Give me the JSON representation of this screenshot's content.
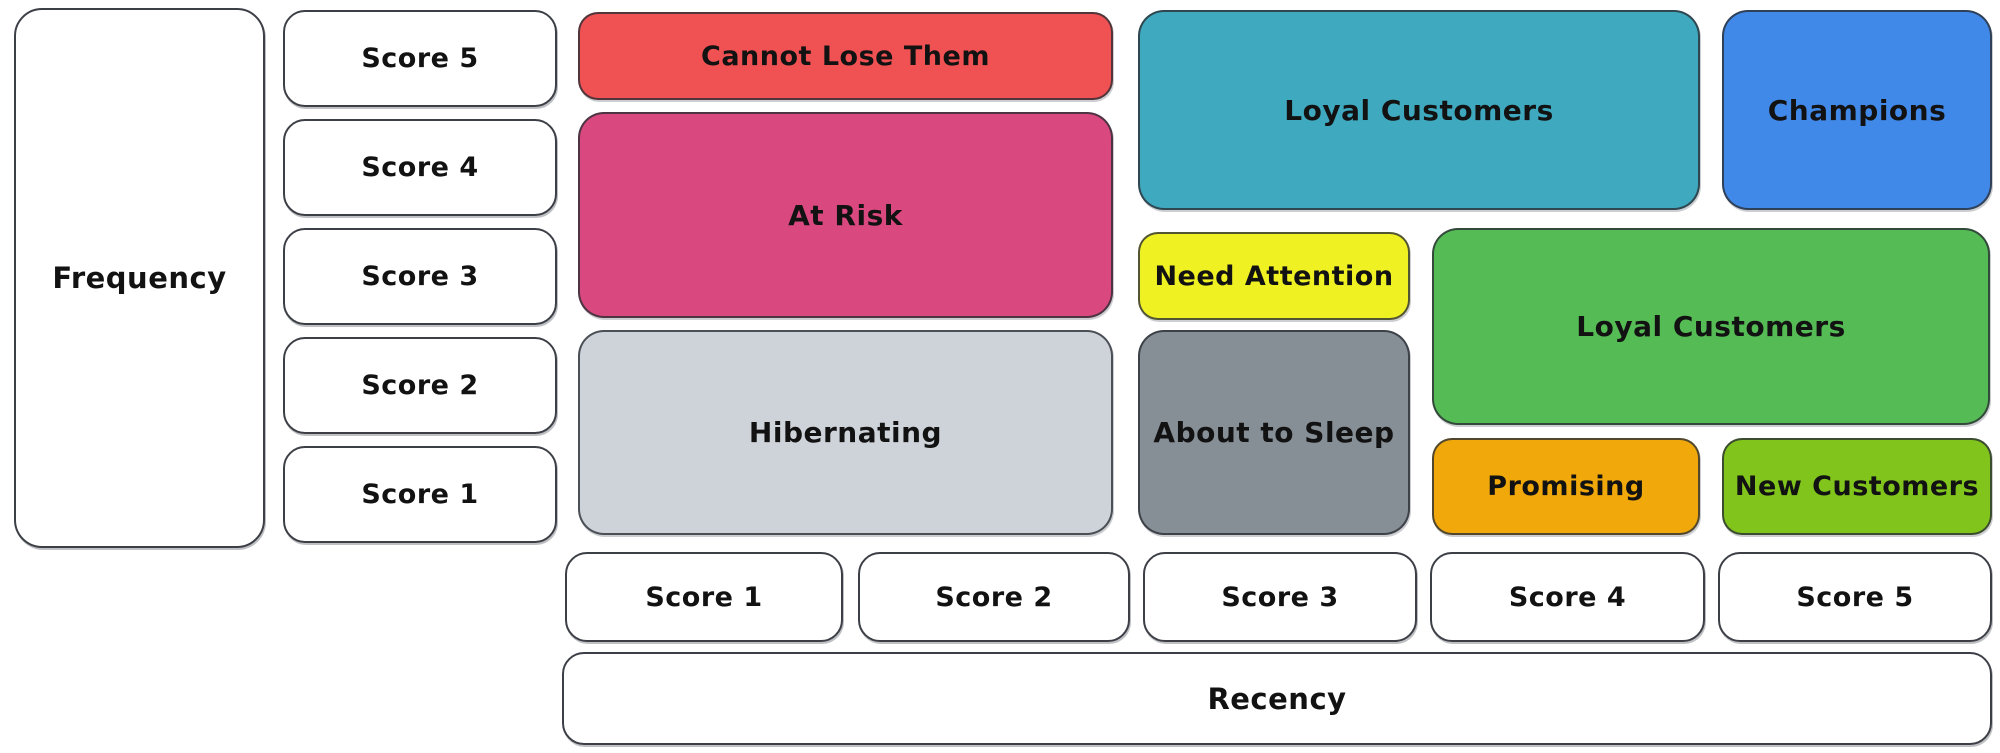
{
  "diagram": {
    "type": "rfm-segmentation-matrix",
    "background": "#ffffff",
    "stroke_color": "#3c4046",
    "text_color": "#121212"
  },
  "frequency_axis": {
    "label": "Frequency",
    "scores": [
      "Score 5",
      "Score 4",
      "Score 3",
      "Score 2",
      "Score 1"
    ]
  },
  "recency_axis": {
    "label": "Recency",
    "scores": [
      "Score 1",
      "Score 2",
      "Score 3",
      "Score 4",
      "Score 5"
    ]
  },
  "segments": {
    "cannot_lose_them": {
      "label": "Cannot Lose Them",
      "color": "#f05152"
    },
    "at_risk": {
      "label": "At Risk",
      "color": "#d9487e"
    },
    "loyal_customers_teal": {
      "label": "Loyal Customers",
      "color": "#3fa9bf"
    },
    "champions": {
      "label": "Champions",
      "color": "#4189e9"
    },
    "need_attention": {
      "label": "Need Attention",
      "color": "#eff123"
    },
    "loyal_customers_green": {
      "label": "Loyal Customers",
      "color": "#55bb55"
    },
    "hibernating": {
      "label": "Hibernating",
      "color": "#ced3da"
    },
    "about_to_sleep": {
      "label": "About to Sleep",
      "color": "#868e96"
    },
    "promising": {
      "label": "Promising",
      "color": "#f0a80a"
    },
    "new_customers": {
      "label": "New Customers",
      "color": "#80c41c"
    }
  }
}
